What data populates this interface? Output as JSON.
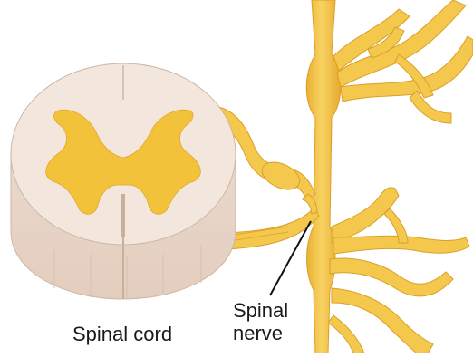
{
  "labels": {
    "spinal_cord": "Spinal cord",
    "spinal_nerve_line1": "Spinal",
    "spinal_nerve_line2": "nerve"
  },
  "colors": {
    "nerve_fill": "#F4C84C",
    "nerve_shade": "#E2A82E",
    "cord_top": "#F3E7DD",
    "cord_side": "#E8D5C6",
    "grey_matter": "#F2C23A",
    "outline": "#CDB7A5",
    "leader_line": "#111111"
  }
}
